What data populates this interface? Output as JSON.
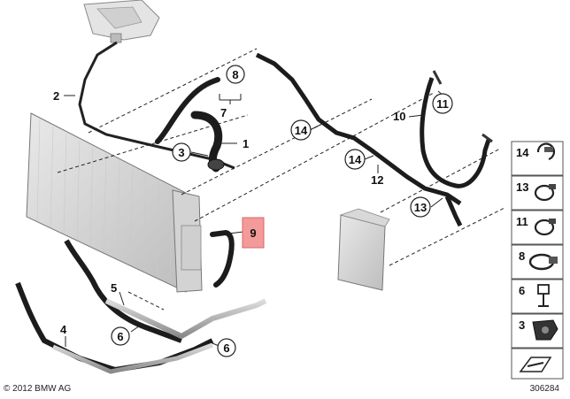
{
  "callouts": {
    "c2": "2",
    "c8": "8",
    "c7": "7",
    "c1": "1",
    "c3": "3",
    "c14a": "14",
    "c14b": "14",
    "c12": "12",
    "c10": "10",
    "c11": "11",
    "c13": "13",
    "c9": "9",
    "c5": "5",
    "c4": "4",
    "c6a": "6",
    "c6b": "6"
  },
  "highlight_color": "#f39a9a",
  "legend": [
    {
      "number": "14",
      "icon": "hose-clamp-icon"
    },
    {
      "number": "13",
      "icon": "spring-clamp-icon"
    },
    {
      "number": "11",
      "icon": "spring-clamp-icon"
    },
    {
      "number": "8",
      "icon": "band-clamp-icon"
    },
    {
      "number": "6",
      "icon": "holder-clip-icon"
    },
    {
      "number": "3",
      "icon": "bracket-icon"
    }
  ],
  "footer": {
    "copyright": "© 2012 BMW AG",
    "doc_number": "306284"
  }
}
